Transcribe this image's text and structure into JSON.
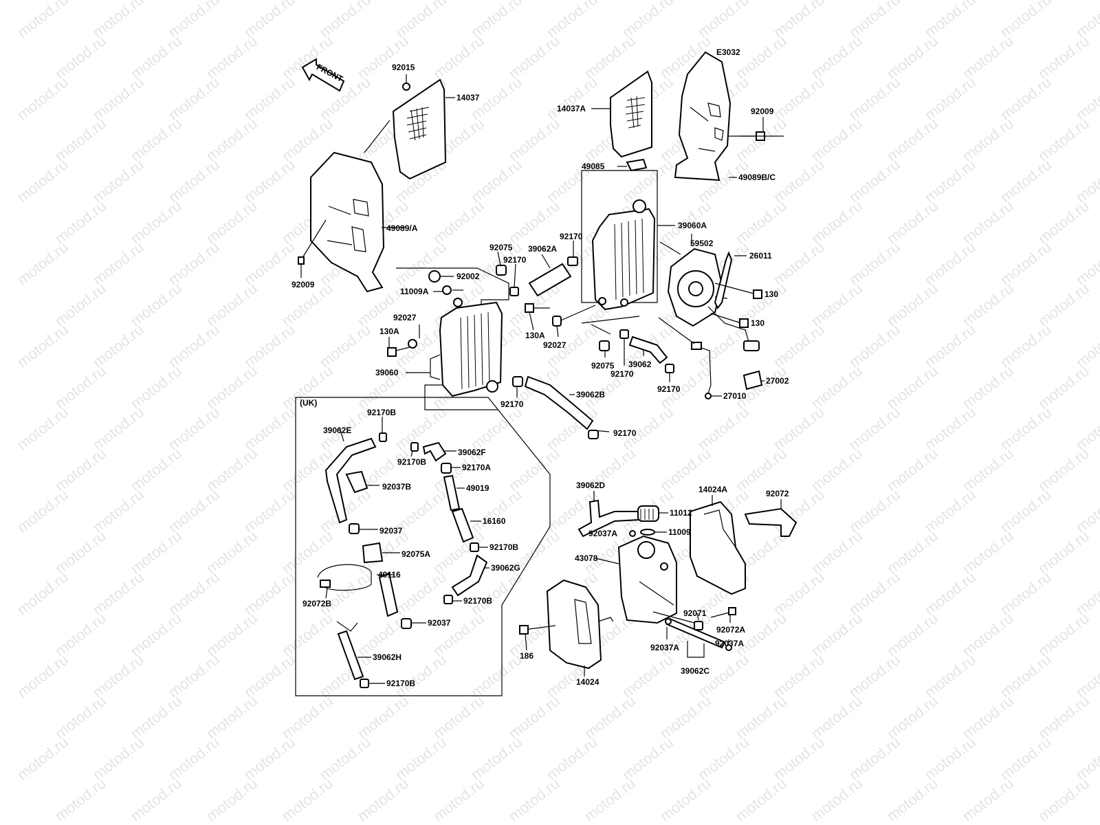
{
  "diagram_code": "E3032",
  "watermark": "motod.ru",
  "front_label": "FRONT",
  "uk_label": "(UK)",
  "labels": {
    "p92015": "92015",
    "p14037": "14037",
    "p14037A": "14037A",
    "p92009r": "92009",
    "p49089BC": "49089B/C",
    "p49085": "49085",
    "p39060A": "39060A",
    "p92170a": "92170",
    "p39062A": "39062A",
    "p92075a": "92075",
    "p92170b": "92170",
    "p49089A": "49089/A",
    "p92002": "92002",
    "p11009A": "11009A",
    "p92009l": "92009",
    "p59502": "59502",
    "p26011": "26011",
    "p130a": "130",
    "p130b": "130",
    "p92027l": "92027",
    "p130Al": "130A",
    "p130Ar": "130A",
    "p92027r": "92027",
    "p92075b": "92075",
    "p39062": "39062",
    "p92170c": "92170",
    "p92170d": "92170",
    "p39060": "39060",
    "p92170e": "92170",
    "p39062B": "39062B",
    "p27002": "27002",
    "p27010": "27010",
    "p92170f": "92170",
    "p92170B1": "92170B",
    "p39062E": "39062E",
    "p39062F": "39062F",
    "p92170B2": "92170B",
    "p92170A": "92170A",
    "p92037B": "92037B",
    "p49019": "49019",
    "p16160": "16160",
    "p92037a": "92037",
    "p92170B3": "92170B",
    "p92075A": "92075A",
    "p39062G": "39062G",
    "p49116": "49116",
    "p92072B": "92072B",
    "p92170B4": "92170B",
    "p92037b": "92037",
    "p39062H": "39062H",
    "p92170B5": "92170B",
    "p39062D": "39062D",
    "p14024A": "14024A",
    "p92072": "92072",
    "p11012": "11012",
    "p92037A1": "92037A",
    "p11009": "11009",
    "p43078": "43078",
    "p92071": "92071",
    "p92072A": "92072A",
    "p186": "186",
    "p92037A2": "92037A",
    "p92037A3": "92037A",
    "p14024": "14024",
    "p39062C": "39062C"
  }
}
